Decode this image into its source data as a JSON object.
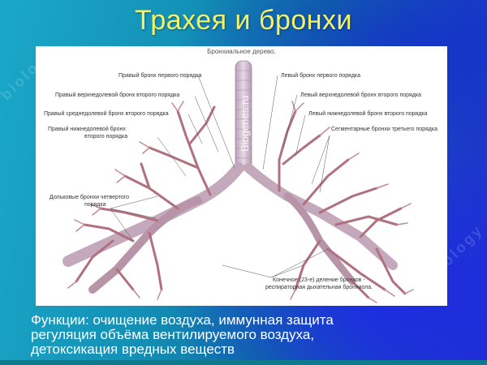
{
  "slide": {
    "title": "Трахея и бронхи",
    "watermark": "biology"
  },
  "figure": {
    "caption": "Бронхиальное дерево.",
    "watermark": "Biogenes.ru",
    "labels_left": [
      "Правый бронх первого порядка",
      "Правый верхнедолевой бронх второго порядка",
      "Правый среднедолевой бронх второго порядка",
      "Правый нижнедолевой бронх",
      "второго порядка",
      "Дольковые бронхи четвертого",
      "порядка"
    ],
    "labels_right": [
      "Левый бронх первого порядка",
      "Левый верхнедолевой бронх второго порядка",
      "Левый нижнедолевой бронх второго порядка",
      "Сегментарные бронхи третьего порядка",
      "Конечное (23-е) деление бронхов  -",
      "респираторная дыхательная бронхиола."
    ]
  },
  "functions": {
    "lines": [
      "Функции: очищение воздуха, иммунная защита",
      "регуляция объёма вентилируемого воздуха,",
      "детоксикация вредных веществ"
    ]
  },
  "colors": {
    "title": "#f3f36a",
    "bronchi": "#b0707e",
    "trachea": "#cdb8cc"
  }
}
